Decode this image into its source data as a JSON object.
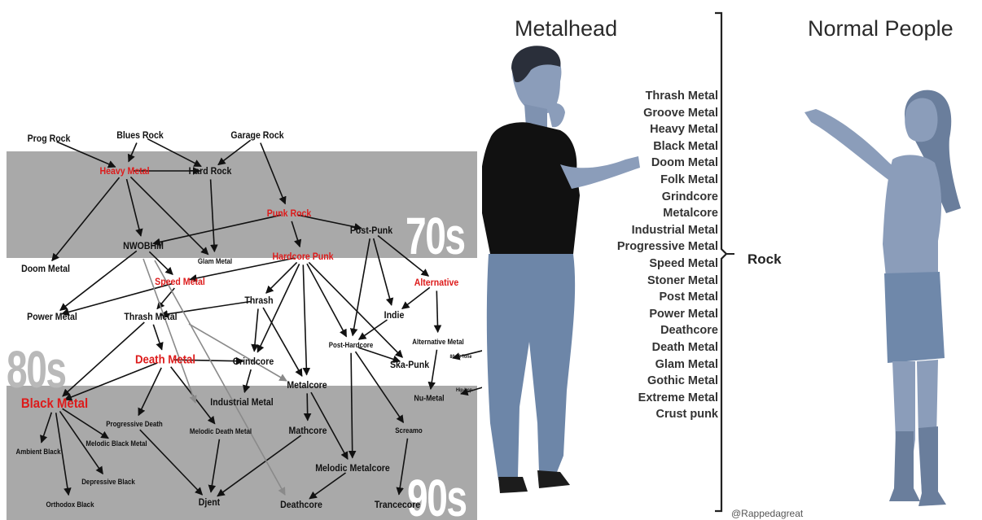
{
  "genre_map": {
    "decades": [
      "70s",
      "80s",
      "90s"
    ],
    "nodes": [
      {
        "id": "prog-rock",
        "label": "Prog Rock",
        "color": "#111111"
      },
      {
        "id": "blues-rock",
        "label": "Blues Rock",
        "color": "#111111"
      },
      {
        "id": "garage-rock",
        "label": "Garage Rock",
        "color": "#111111"
      },
      {
        "id": "heavy-metal",
        "label": "Heavy Metal",
        "color": "#dd1b1b"
      },
      {
        "id": "hard-rock",
        "label": "Hard Rock",
        "color": "#111111"
      },
      {
        "id": "punk-rock",
        "label": "Punk Rock",
        "color": "#dd1b1b"
      },
      {
        "id": "post-punk",
        "label": "Post-Punk",
        "color": "#111111"
      },
      {
        "id": "nwobhm",
        "label": "NWOBHM",
        "color": "#111111"
      },
      {
        "id": "doom-metal",
        "label": "Doom Metal",
        "color": "#111111"
      },
      {
        "id": "glam-metal",
        "label": "Glam Metal",
        "color": "#111111"
      },
      {
        "id": "hardcore-punk",
        "label": "Hardcore Punk",
        "color": "#dd1b1b"
      },
      {
        "id": "speed-metal",
        "label": "Speed Metal",
        "color": "#dd1b1b"
      },
      {
        "id": "alternative",
        "label": "Alternative",
        "color": "#dd1b1b"
      },
      {
        "id": "power-metal",
        "label": "Power Metal",
        "color": "#111111"
      },
      {
        "id": "thrash",
        "label": "Thrash",
        "color": "#111111"
      },
      {
        "id": "thrash-metal",
        "label": "Thrash Metal",
        "color": "#111111"
      },
      {
        "id": "indie",
        "label": "Indie",
        "color": "#111111"
      },
      {
        "id": "post-hardcore",
        "label": "Post-Hardcore",
        "color": "#111111"
      },
      {
        "id": "alternative-metal",
        "label": "Alternative Metal",
        "color": "#111111"
      },
      {
        "id": "80s-2-tone",
        "label": "80s 2 Tone",
        "color": "#111111"
      },
      {
        "id": "death-metal",
        "label": "Death Metal",
        "color": "#dd1b1b"
      },
      {
        "id": "grindcore",
        "label": "Grindcore",
        "color": "#111111"
      },
      {
        "id": "ska-punk",
        "label": "Ska-Punk",
        "color": "#111111"
      },
      {
        "id": "black-metal",
        "label": "Black Metal",
        "color": "#dd1b1b"
      },
      {
        "id": "industrial-metal",
        "label": "Industrial Metal",
        "color": "#111111"
      },
      {
        "id": "metalcore",
        "label": "Metalcore",
        "color": "#111111"
      },
      {
        "id": "hip-hop",
        "label": "Hip-hop",
        "color": "#111111"
      },
      {
        "id": "nu-metal",
        "label": "Nu-Metal",
        "color": "#111111"
      },
      {
        "id": "progressive-death",
        "label": "Progressive Death",
        "color": "#111111"
      },
      {
        "id": "melodic-death-metal",
        "label": "Melodic Death Metal",
        "color": "#111111"
      },
      {
        "id": "mathcore",
        "label": "Mathcore",
        "color": "#111111"
      },
      {
        "id": "screamo",
        "label": "Screamo",
        "color": "#111111"
      },
      {
        "id": "ambient-black",
        "label": "Ambient Black",
        "color": "#111111"
      },
      {
        "id": "melodic-black-metal",
        "label": "Melodic Black Metal",
        "color": "#111111"
      },
      {
        "id": "depressive-black",
        "label": "Depressive Black",
        "color": "#111111"
      },
      {
        "id": "melodic-metalcore",
        "label": "Melodic Metalcore",
        "color": "#111111"
      },
      {
        "id": "orthodox-black",
        "label": "Orthodox Black",
        "color": "#111111"
      },
      {
        "id": "djent",
        "label": "Djent",
        "color": "#111111"
      },
      {
        "id": "deathcore",
        "label": "Deathcore",
        "color": "#111111"
      },
      {
        "id": "trancecore",
        "label": "Trancecore",
        "color": "#111111"
      }
    ],
    "edges": [
      [
        "prog-rock",
        "heavy-metal"
      ],
      [
        "blues-rock",
        "heavy-metal"
      ],
      [
        "blues-rock",
        "hard-rock"
      ],
      [
        "garage-rock",
        "hard-rock"
      ],
      [
        "garage-rock",
        "punk-rock"
      ],
      [
        "heavy-metal",
        "hard-rock"
      ],
      [
        "heavy-metal",
        "doom-metal"
      ],
      [
        "heavy-metal",
        "nwobhm"
      ],
      [
        "heavy-metal",
        "glam-metal"
      ],
      [
        "hard-rock",
        "glam-metal"
      ],
      [
        "punk-rock",
        "post-punk"
      ],
      [
        "punk-rock",
        "hardcore-punk"
      ],
      [
        "punk-rock",
        "nwobhm"
      ],
      [
        "nwobhm",
        "speed-metal"
      ],
      [
        "nwobhm",
        "power-metal"
      ],
      [
        "hardcore-punk",
        "speed-metal"
      ],
      [
        "hardcore-punk",
        "thrash"
      ],
      [
        "hardcore-punk",
        "grindcore"
      ],
      [
        "hardcore-punk",
        "metalcore"
      ],
      [
        "hardcore-punk",
        "post-hardcore"
      ],
      [
        "hardcore-punk",
        "ska-punk"
      ],
      [
        "post-punk",
        "alternative"
      ],
      [
        "post-punk",
        "indie"
      ],
      [
        "post-punk",
        "post-hardcore"
      ],
      [
        "speed-metal",
        "power-metal"
      ],
      [
        "speed-metal",
        "thrash-metal"
      ],
      [
        "thrash",
        "thrash-metal"
      ],
      [
        "thrash",
        "grindcore"
      ],
      [
        "thrash",
        "metalcore"
      ],
      [
        "alternative",
        "indie"
      ],
      [
        "alternative",
        "alternative-metal"
      ],
      [
        "indie",
        "post-hardcore"
      ],
      [
        "thrash-metal",
        "death-metal"
      ],
      [
        "thrash-metal",
        "black-metal"
      ],
      [
        "death-metal",
        "grindcore"
      ],
      [
        "death-metal",
        "black-metal"
      ],
      [
        "death-metal",
        "progressive-death"
      ],
      [
        "death-metal",
        "melodic-death-metal"
      ],
      [
        "grindcore",
        "industrial-metal"
      ],
      [
        "post-hardcore",
        "ska-punk"
      ],
      [
        "post-hardcore",
        "screamo"
      ],
      [
        "post-hardcore",
        "melodic-metalcore"
      ],
      [
        "alternative-metal",
        "nu-metal"
      ],
      [
        "metalcore",
        "mathcore"
      ],
      [
        "metalcore",
        "melodic-metalcore"
      ],
      [
        "black-metal",
        "ambient-black"
      ],
      [
        "black-metal",
        "melodic-black-metal"
      ],
      [
        "black-metal",
        "depressive-black"
      ],
      [
        "black-metal",
        "orthodox-black"
      ],
      [
        "progressive-death",
        "djent"
      ],
      [
        "mathcore",
        "djent"
      ],
      [
        "melodic-death-metal",
        "djent"
      ],
      [
        "melodic-metalcore",
        "deathcore"
      ],
      [
        "screamo",
        "trancecore"
      ]
    ]
  },
  "meme": {
    "left_title": "Metalhead",
    "right_title": "Normal People",
    "genres": [
      "Thrash Metal",
      "Groove Metal",
      "Heavy Metal",
      "Black Metal",
      "Doom Metal",
      "Folk Metal",
      "Grindcore",
      "Metalcore",
      "Industrial Metal",
      "Progressive Metal",
      "Speed Metal",
      "Stoner Metal",
      "Post Metal",
      "Power Metal",
      "Deathcore",
      "Death Metal",
      "Glam Metal",
      "Gothic Metal",
      "Extreme Metal",
      "Crust punk"
    ],
    "bracket_label": "Rock",
    "watermark": "@Rappedagreat",
    "colors": {
      "figure": "#8a9cb8",
      "shirt": "#111111",
      "jeans": "#6d86a8",
      "skirt": "#6f88aa",
      "shoes": "#1c1c1c"
    }
  }
}
